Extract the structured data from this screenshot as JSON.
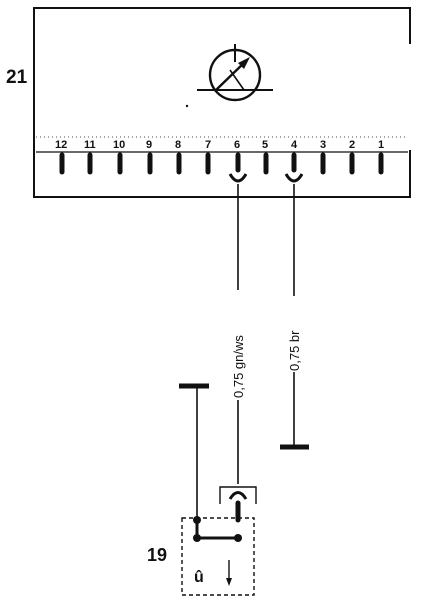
{
  "components": {
    "instrument_cluster": {
      "ref": "21",
      "pins": [
        "12",
        "11",
        "10",
        "9",
        "8",
        "7",
        "6",
        "5",
        "4",
        "3",
        "2",
        "1"
      ]
    },
    "sender": {
      "ref": "19",
      "symbol": "û"
    }
  },
  "wires": [
    {
      "label": "0,75 gn/ws",
      "from_pin": "6"
    },
    {
      "label": "0,75 br",
      "from_pin": "4"
    }
  ]
}
